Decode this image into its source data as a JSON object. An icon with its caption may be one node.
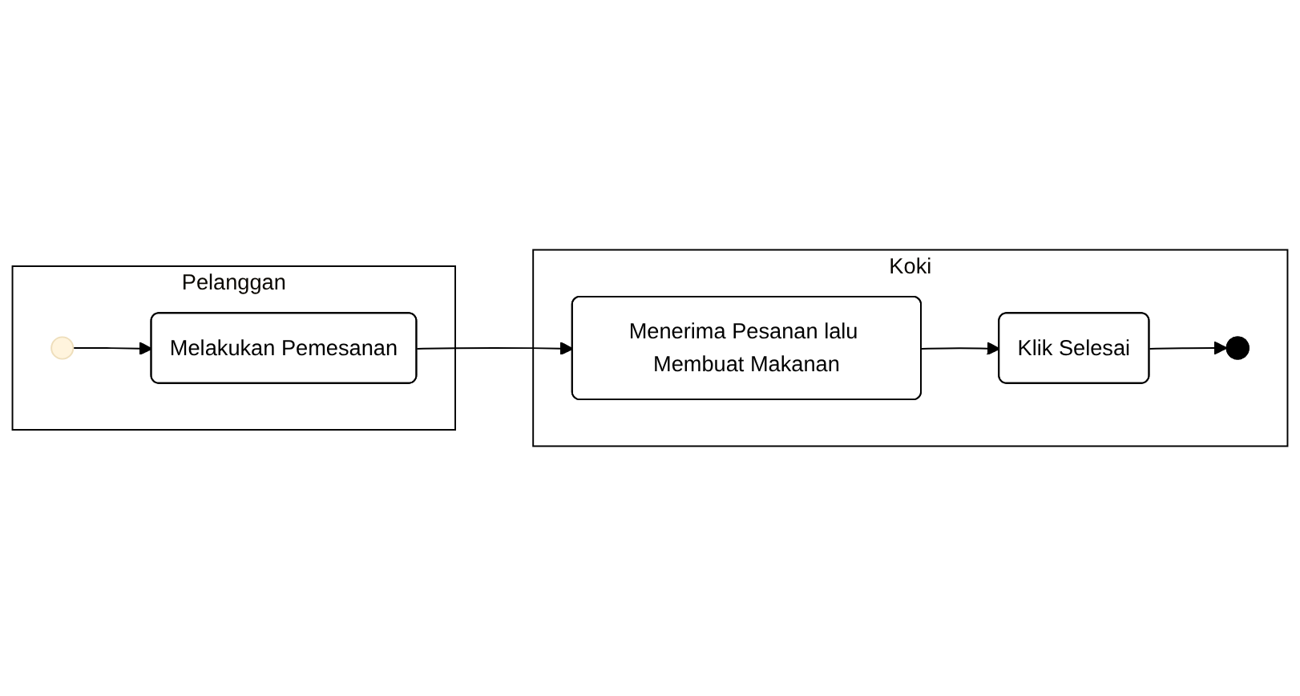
{
  "diagram": {
    "nodes": [
      {
        "text": [
          "Pelanggan"
        ]
      },
      {
        "text": [],
        "shape": "circle",
        "in": 0
      },
      {
        "text": [
          "Melakukan Pemesanan"
        ],
        "in": 0
      },
      {
        "text": [
          "Koki"
        ]
      },
      {
        "text": [
          "Menerima Pesanan lalu Membuat Makanan"
        ],
        "in": 3
      },
      {
        "text": [
          "Klik Selesai"
        ],
        "in": 3
      },
      {
        "text": [],
        "shape": "bullseye",
        "in": 3
      }
    ],
    "edges": [
      {
        "from": 1,
        "to": 2,
        "arrow": "to"
      },
      {
        "from": 2,
        "to": 4,
        "arrow": "to"
      },
      {
        "from": 4,
        "to": 5,
        "arrow": "to"
      },
      {
        "from": 5,
        "to": 6,
        "arrow": "to"
      }
    ]
  }
}
